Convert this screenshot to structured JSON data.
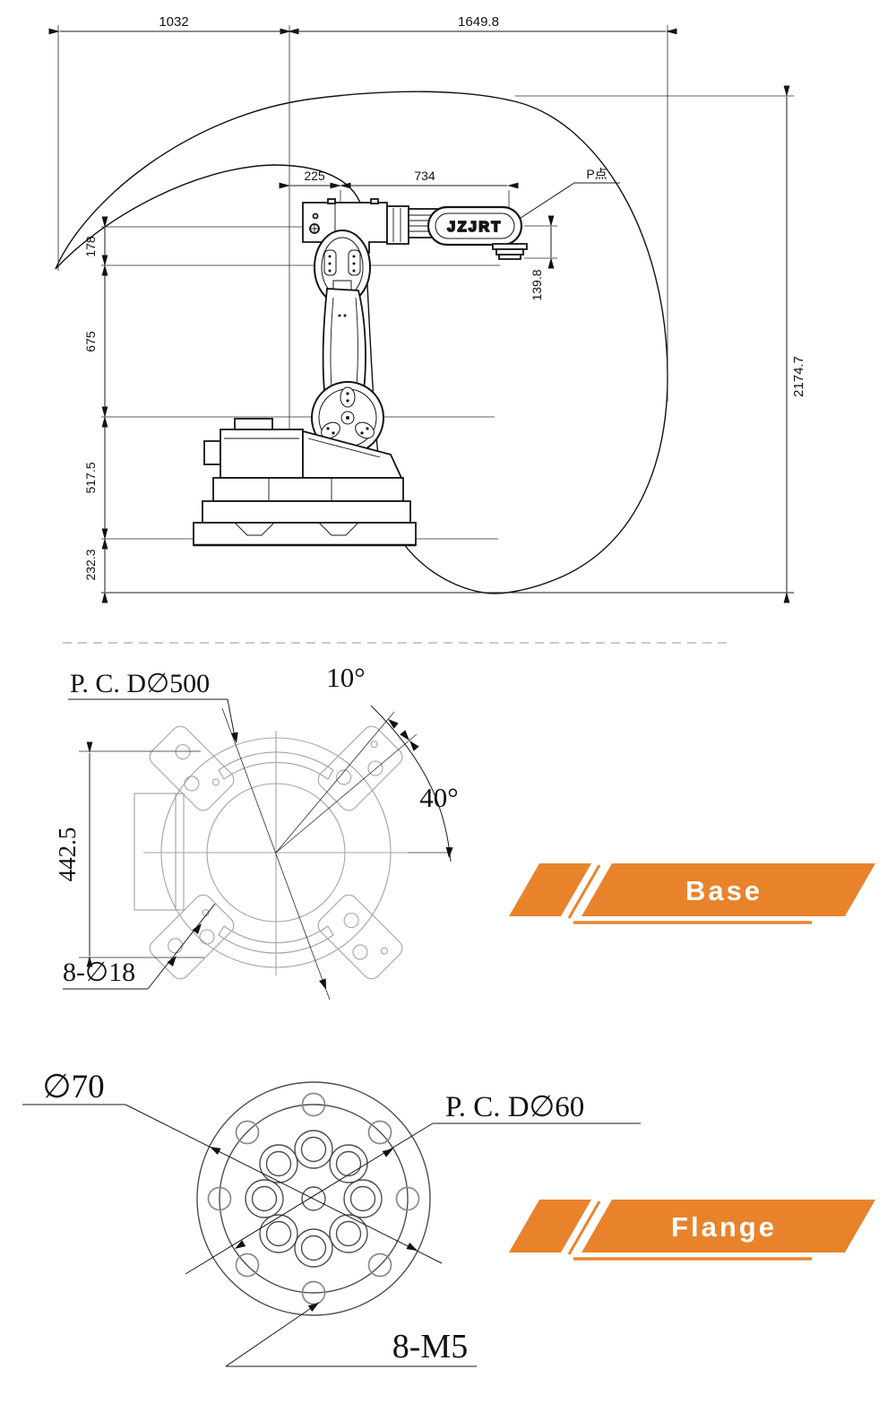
{
  "colors": {
    "accent_orange": "#E8832B",
    "line_dark": "#1a1a1a",
    "line_gray": "#a3a3a3",
    "separator": "#c9c9c9"
  },
  "side_view": {
    "brand": "JZJRT",
    "dims": {
      "left_reach": "1032",
      "right_reach": "1649.8",
      "j1_to_j2": "225",
      "elbow_to_wrist": "734",
      "p_point": "P点",
      "wrist_offset": "139.8",
      "total_height": "2174.7",
      "wrist_rise": "178",
      "upper_arm": "675",
      "j2_height": "517.5",
      "below_base": "232.3"
    }
  },
  "base_view": {
    "pcd_label": "P. C. D∅500",
    "angle_10": "10°",
    "angle_40": "40°",
    "height": "442.5",
    "holes_label": "8-∅18",
    "banner": "Base"
  },
  "flange_view": {
    "outer_dia_label": "∅70",
    "pcd_label": "P. C. D∅60",
    "holes_label": "8-M5",
    "banner": "Flange"
  }
}
